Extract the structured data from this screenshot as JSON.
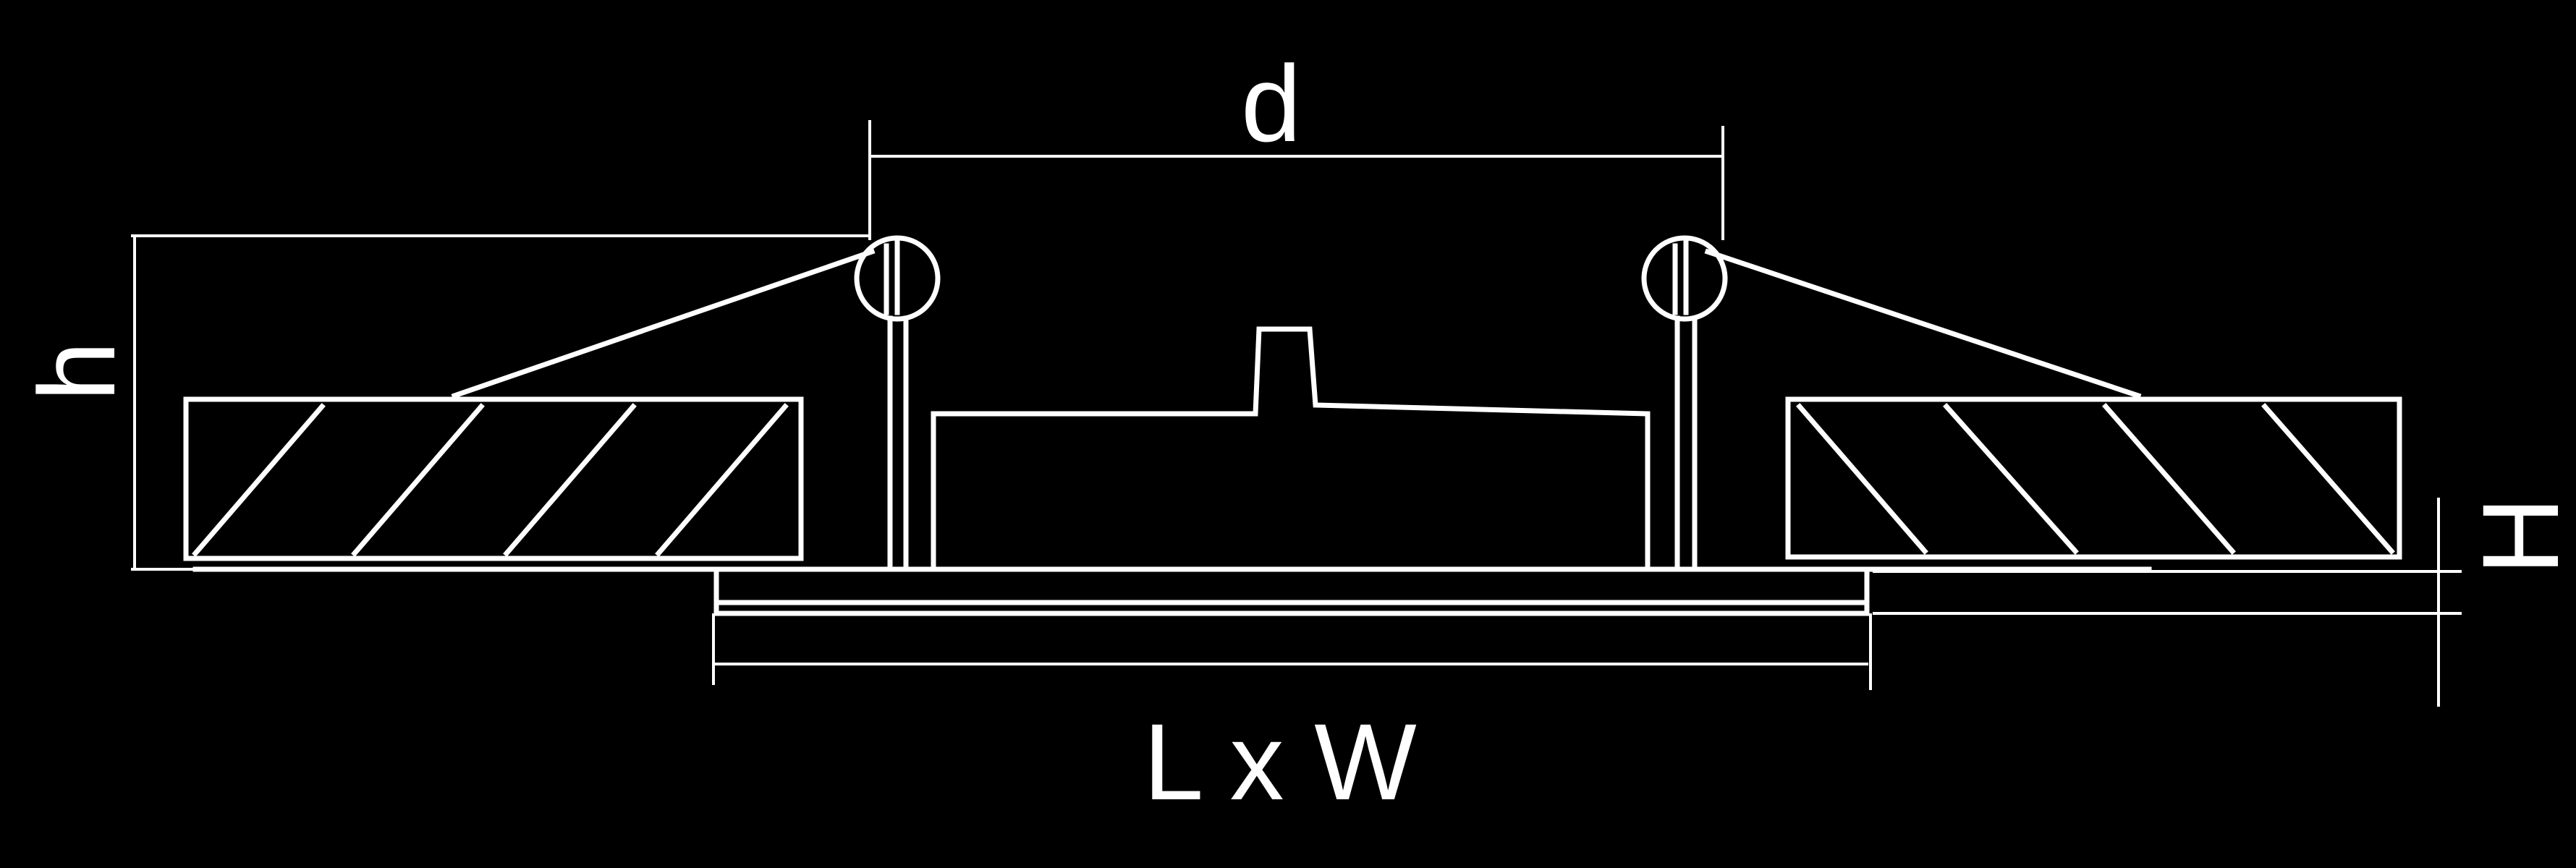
{
  "labels": {
    "d": "d",
    "h": "h",
    "H": "H",
    "lxw": "L x W"
  },
  "colors": {
    "background": "#000000",
    "line": "#ffffff"
  }
}
